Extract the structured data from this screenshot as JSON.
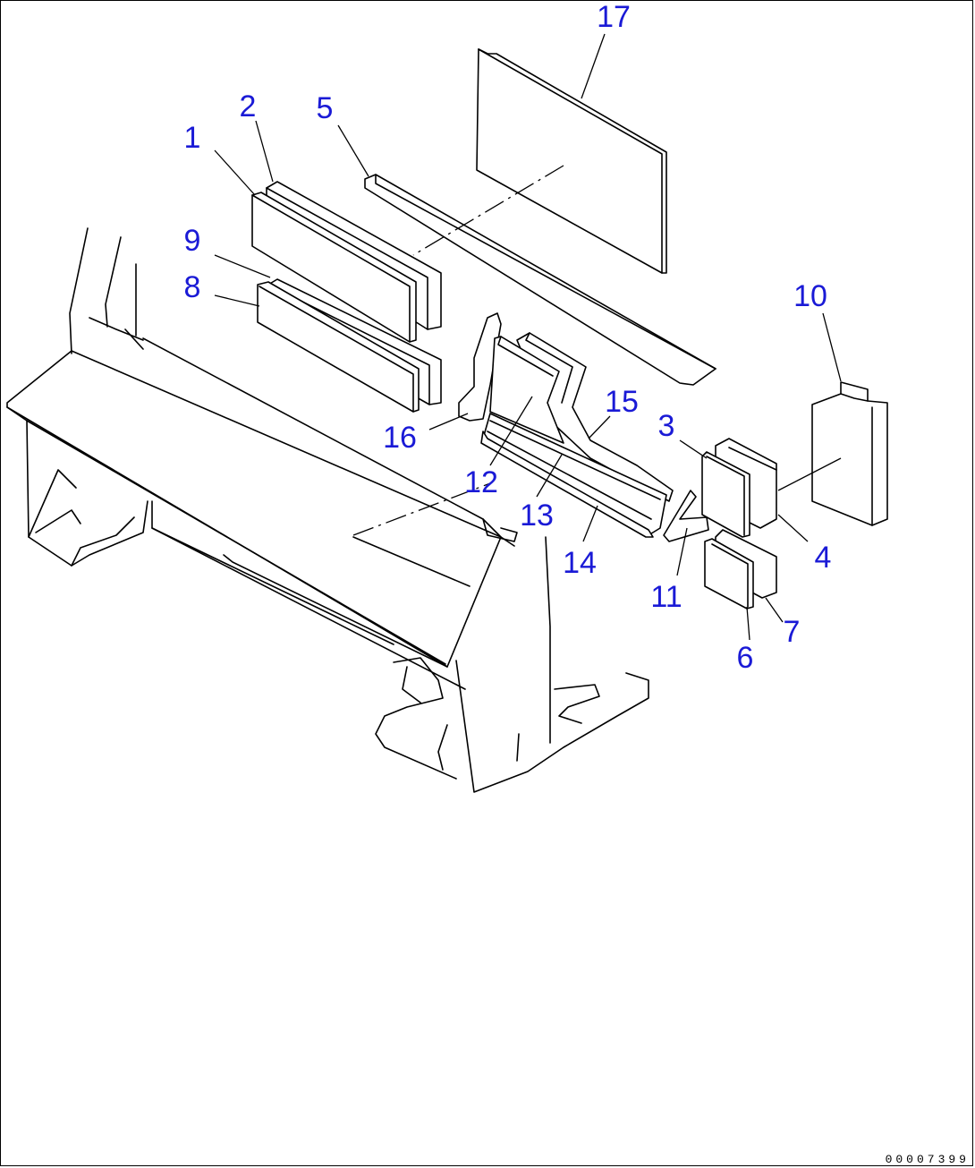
{
  "callouts": [
    {
      "label": "1"
    },
    {
      "label": "2"
    },
    {
      "label": "3"
    },
    {
      "label": "4"
    },
    {
      "label": "5"
    },
    {
      "label": "6"
    },
    {
      "label": "7"
    },
    {
      "label": "8"
    },
    {
      "label": "9"
    },
    {
      "label": "10"
    },
    {
      "label": "11"
    },
    {
      "label": "12"
    },
    {
      "label": "13"
    },
    {
      "label": "14"
    },
    {
      "label": "15"
    },
    {
      "label": "16"
    },
    {
      "label": "17"
    }
  ],
  "drawing_id": "00007399",
  "colors": {
    "callout": "#1a1ad6",
    "line": "#000000",
    "background": "#ffffff"
  }
}
